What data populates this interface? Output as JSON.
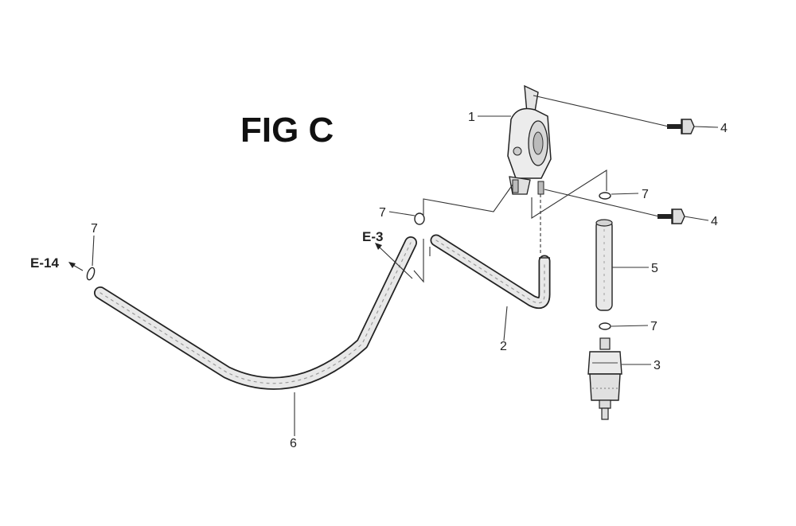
{
  "figure_title": "FIG C",
  "references": {
    "left": "E-14",
    "middle": "E-3"
  },
  "callouts": {
    "fuel_pump": "1",
    "hose_short": "2",
    "fuel_filter": "3",
    "bolt_upper": "4",
    "bolt_lower": "4",
    "tube": "5",
    "hose_long": "6",
    "clip_left": "7",
    "clip_middle": "7",
    "clip_upper_right": "7",
    "clip_lower_right": "7"
  },
  "colors": {
    "line": "#222222",
    "hose_fill": "#e8e8e8",
    "background": "#ffffff"
  }
}
